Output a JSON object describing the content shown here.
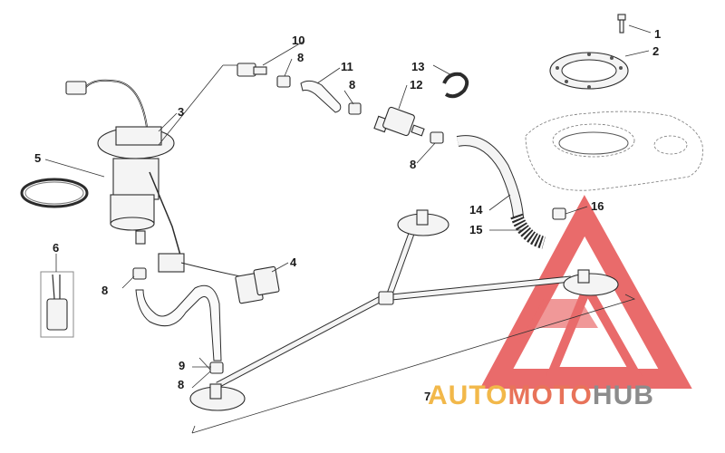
{
  "diagram": {
    "callouts": [
      "1",
      "2",
      "3",
      "4",
      "5",
      "6",
      "7",
      "8",
      "8",
      "8",
      "8",
      "8",
      "9",
      "10",
      "11",
      "12",
      "13",
      "14",
      "15",
      "16"
    ],
    "watermark": {
      "part1": "AUTO",
      "part2": "MOTO",
      "part3": "HUB"
    },
    "colors": {
      "line": "#2b2b2b",
      "watermark_red": "#e23a3a",
      "watermark_yellow": "#f2b84a",
      "watermark_grey": "#8c8c8c"
    }
  }
}
